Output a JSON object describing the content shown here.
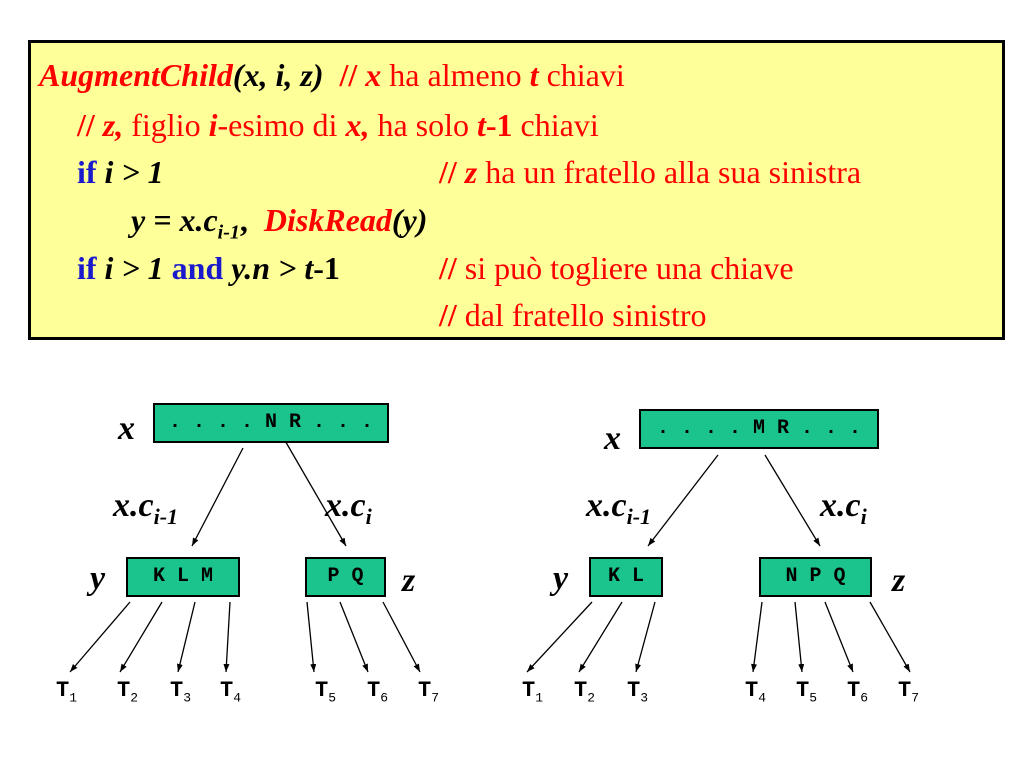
{
  "code": {
    "func_name": "AugmentChild",
    "params": "(x, i, z)",
    "l1_cmt_x": "x",
    "l1_cmt_mid": "ha almeno",
    "l1_cmt_t": "t",
    "l1_cmt_end": "chiavi",
    "l2_z": "z,",
    "l2_a": "figlio",
    "l2_i": "i",
    "l2_b": "-esimo di",
    "l2_x": "x,",
    "l2_c": "ha solo",
    "l2_t": "t",
    "l2_d": "-1",
    "l2_e": "chiavi",
    "if_kw": "if",
    "l3_cond": "i > 1",
    "l3_z": "z",
    "l3_cmt": "ha un fratello alla sua sinistra",
    "l4_a": "y = x.c",
    "l4_sub": "i-1",
    "l4_b": ",",
    "l4_func": "DiskRead",
    "l4_args": "(y)",
    "l5_cond1": "i > 1",
    "and_kw": "and",
    "l5_cond2": "y.n > t",
    "l5_cond2b": "-1",
    "l5_cmt": "si può togliere una chiave",
    "l6_cmt": "dal fratello sinistro",
    "slashes": "//"
  },
  "left": {
    "x_label": "x",
    "x_keys": ". . . . N R . . .",
    "edge_left": "x.c",
    "edge_left_sub": "i-1",
    "edge_right": "x.c",
    "edge_right_sub": "i",
    "y_label": "y",
    "y_keys": "K L M",
    "z_label": "z",
    "z_keys": "P Q",
    "subtrees": [
      {
        "t": "T",
        "n": "1"
      },
      {
        "t": "T",
        "n": "2"
      },
      {
        "t": "T",
        "n": "3"
      },
      {
        "t": "T",
        "n": "4"
      },
      {
        "t": "T",
        "n": "5"
      },
      {
        "t": "T",
        "n": "6"
      },
      {
        "t": "T",
        "n": "7"
      }
    ]
  },
  "right": {
    "x_label": "x",
    "x_keys": ". . . . M R . . .",
    "edge_left": "x.c",
    "edge_left_sub": "i-1",
    "edge_right": "x.c",
    "edge_right_sub": "i",
    "y_label": "y",
    "y_keys": "K L",
    "z_label": "z",
    "z_keys": "N P Q",
    "subtrees": [
      {
        "t": "T",
        "n": "1"
      },
      {
        "t": "T",
        "n": "2"
      },
      {
        "t": "T",
        "n": "3"
      },
      {
        "t": "T",
        "n": "4"
      },
      {
        "t": "T",
        "n": "5"
      },
      {
        "t": "T",
        "n": "6"
      },
      {
        "t": "T",
        "n": "7"
      }
    ]
  }
}
